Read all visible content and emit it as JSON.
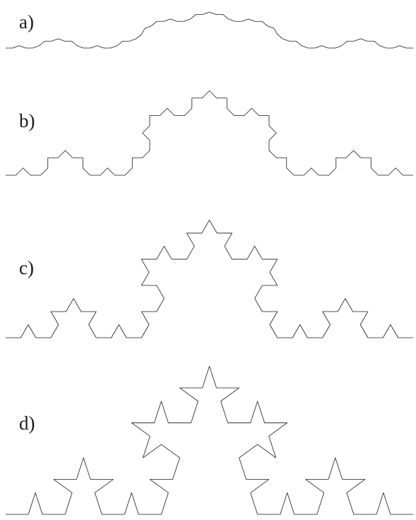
{
  "panels": [
    {
      "label": "a)",
      "iterations": 3,
      "bump_angle_deg": 20
    },
    {
      "label": "b)",
      "iterations": 3,
      "bump_angle_deg": 45
    },
    {
      "label": "c)",
      "iterations": 3,
      "bump_angle_deg": 60
    },
    {
      "label": "d)",
      "iterations": 3,
      "bump_angle_deg": 72
    }
  ],
  "colors": {
    "background": "#ffffff",
    "stroke": "#1a1a1a"
  }
}
